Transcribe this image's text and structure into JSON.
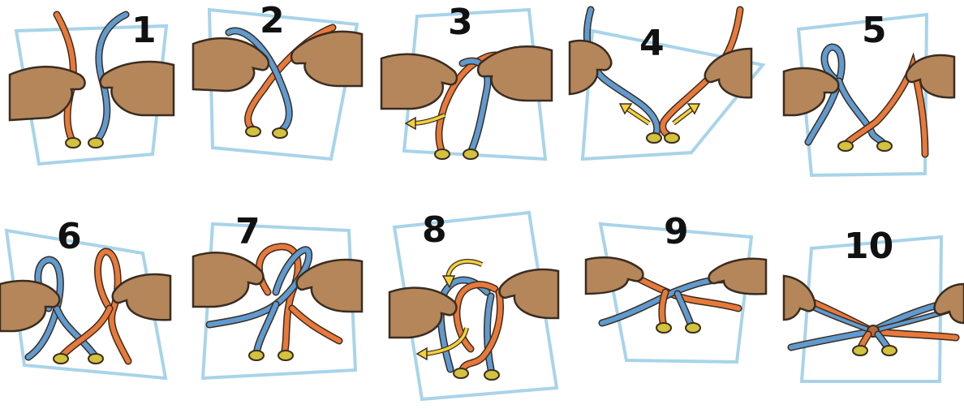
{
  "colors": {
    "card_outline": "#a8d4ea",
    "hand_fill": "#b4865a",
    "hand_outline": "#3a2c20",
    "lace_blue": "#5f9bd0",
    "lace_orange": "#e8793a",
    "eyelet_fill": "#d3c23c",
    "arrow_yellow": "#f3d13a",
    "number_color": "#111111"
  },
  "steps": [
    {
      "number": "1"
    },
    {
      "number": "2"
    },
    {
      "number": "3"
    },
    {
      "number": "4"
    },
    {
      "number": "5"
    },
    {
      "number": "6"
    },
    {
      "number": "7"
    },
    {
      "number": "8"
    },
    {
      "number": "9"
    },
    {
      "number": "10"
    }
  ]
}
